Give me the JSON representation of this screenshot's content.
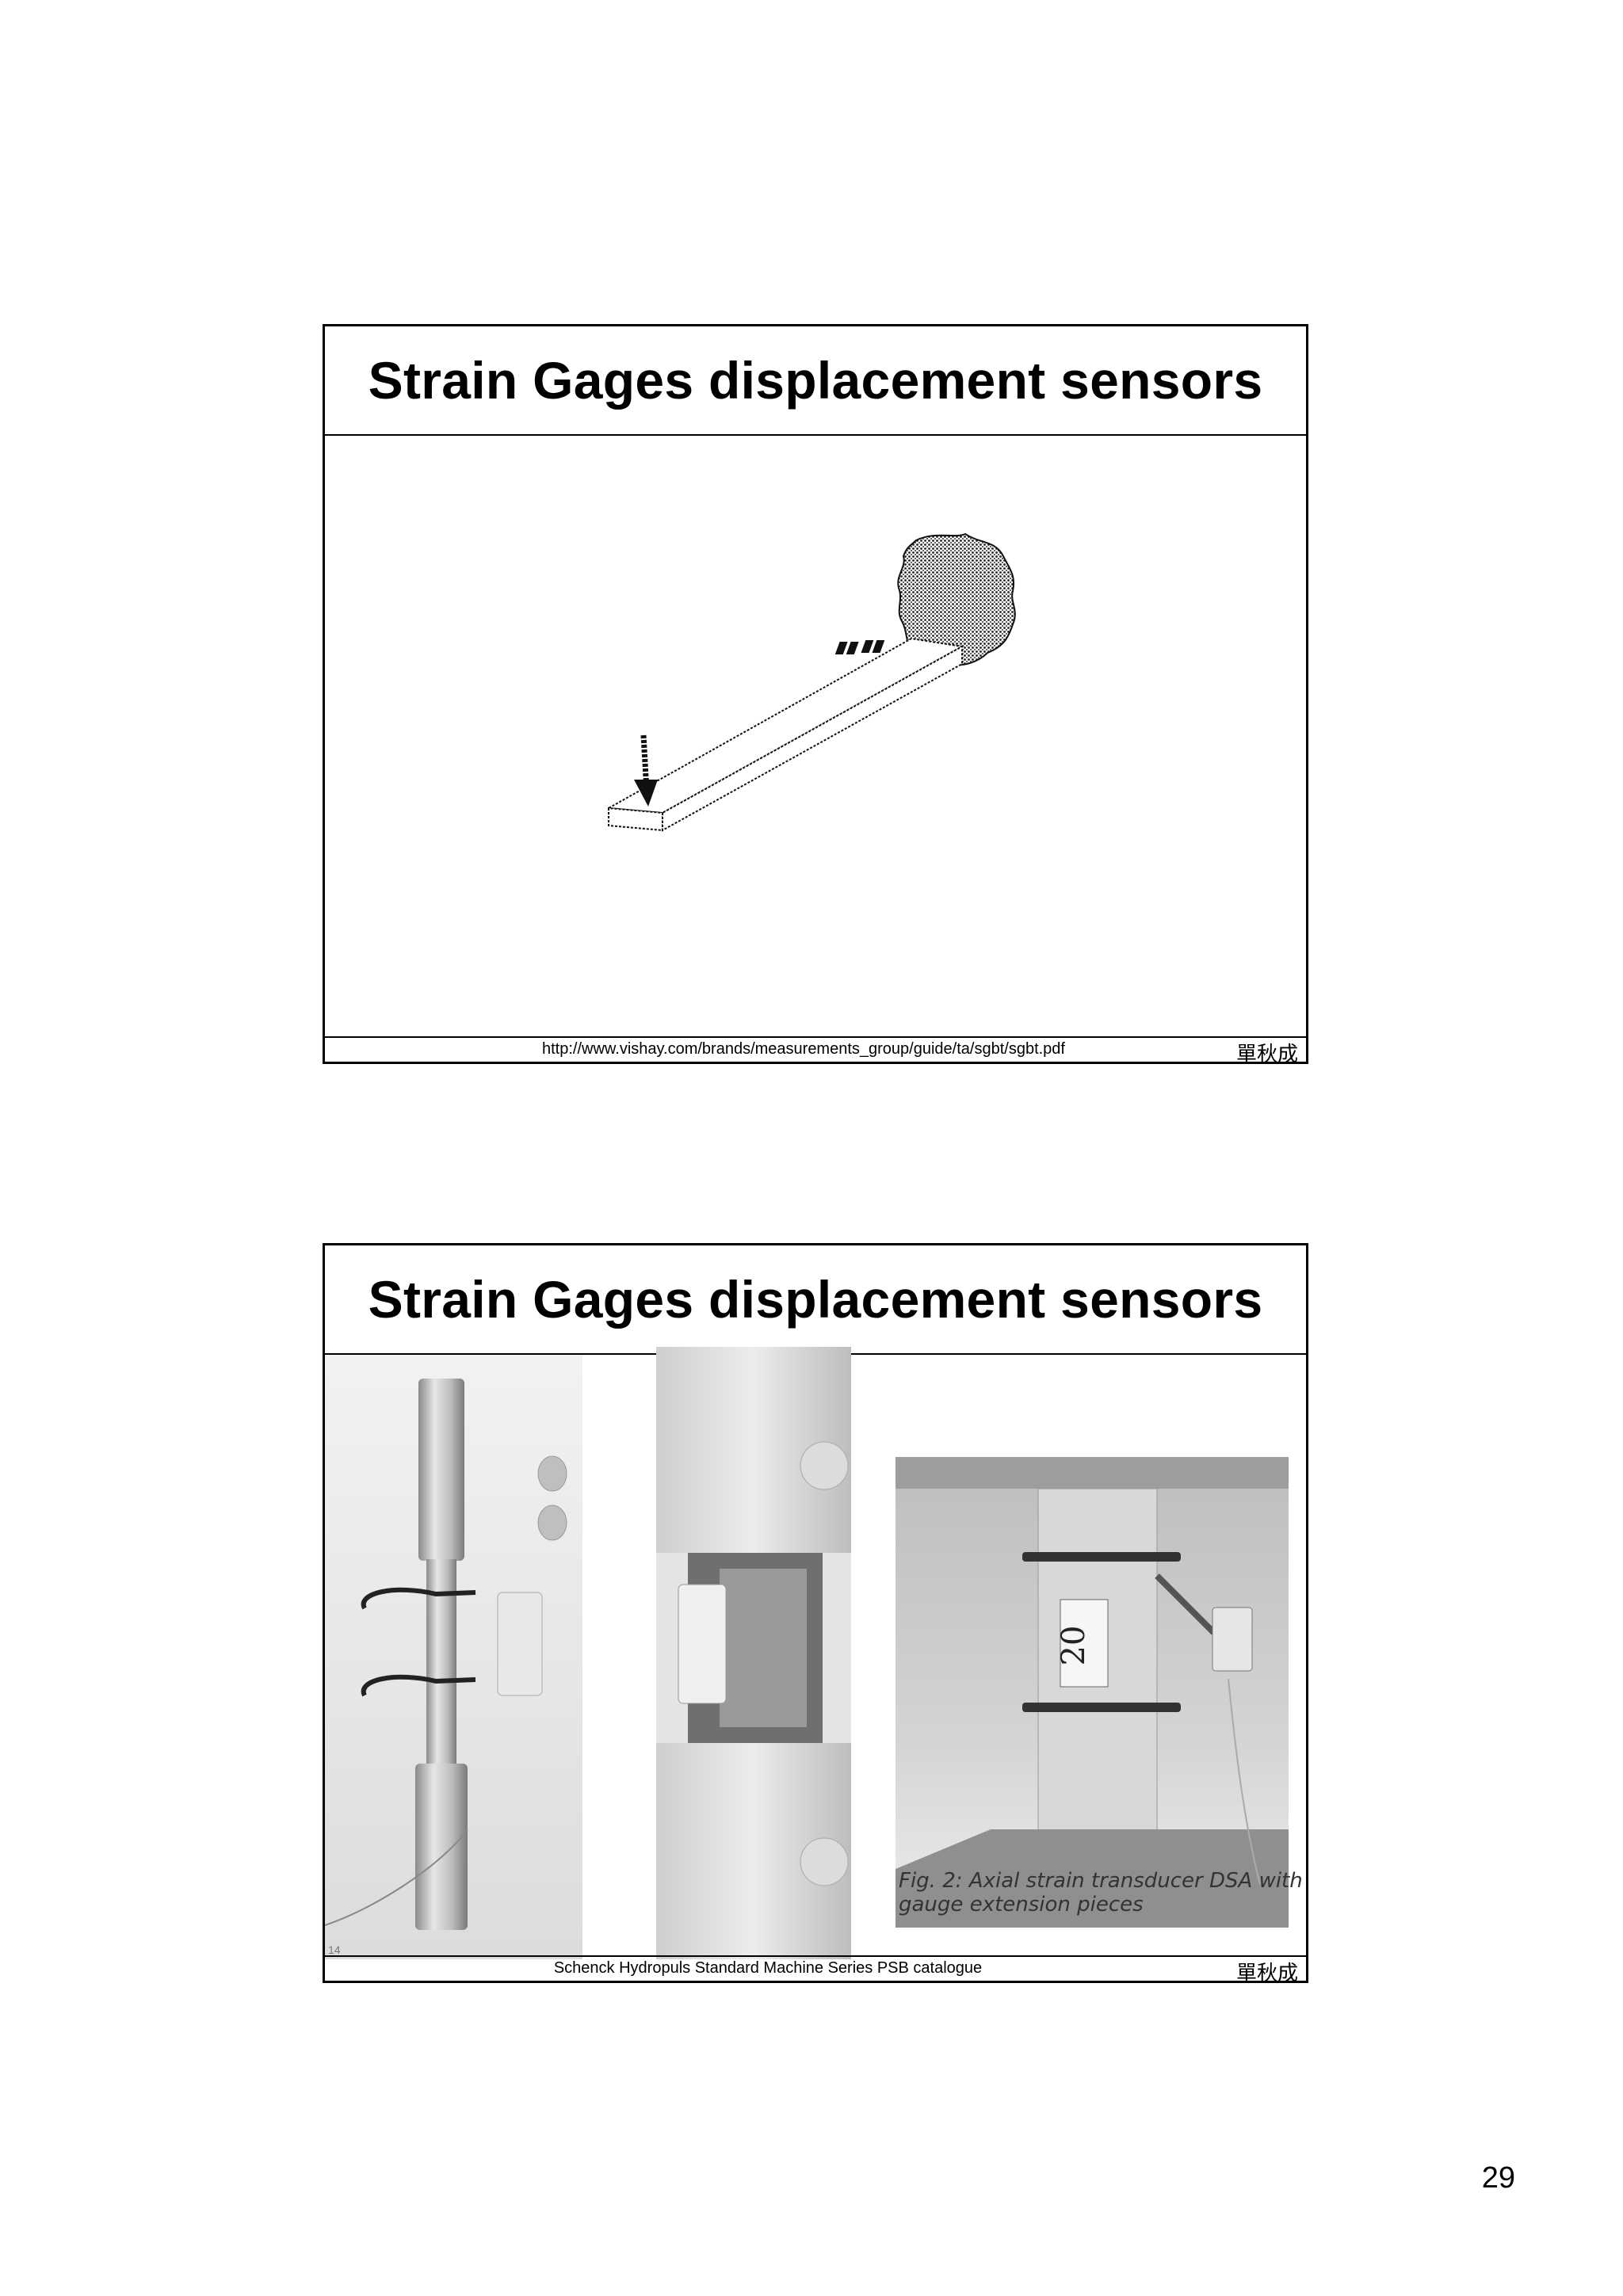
{
  "slides": [
    {
      "title": "Strain Gages displacement sensors",
      "source": "http://www.vishay.com/brands/measurements_group/guide/ta/sgbt/sgbt.pdf",
      "author": "單秋成"
    },
    {
      "title": "Strain Gages displacement sensors",
      "source": "Schenck Hydropuls Standard Machine Series PSB catalogue",
      "author": "單秋成",
      "photo_caption": [
        "Fig. 2: Axial strain transducer DSA with",
        "gauge extension pieces"
      ],
      "specimen_number": "20",
      "corner_mark": "14"
    }
  ],
  "page_number": "29"
}
